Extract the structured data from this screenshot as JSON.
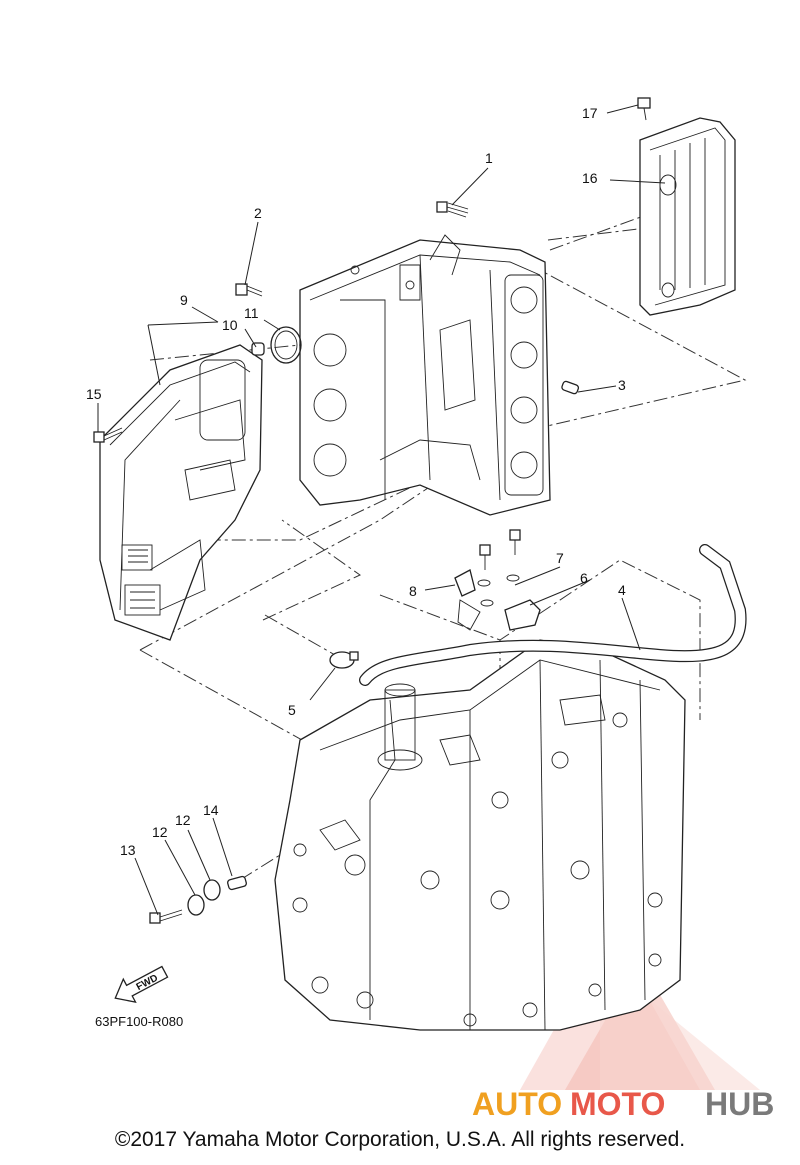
{
  "diagram": {
    "drawing_code": "63PF100-R080",
    "fwd_label": "FWD",
    "copyright": "©2017 Yamaha Motor Corporation, U.S.A. All rights reserved.",
    "watermark": {
      "part1": "AUTO",
      "part2": "MOTO",
      "part3": "HUB",
      "color_red": "#e8584a",
      "color_orange": "#f0a020",
      "color_gray": "#7a7a7a"
    },
    "callouts": [
      {
        "id": "1",
        "label": "1"
      },
      {
        "id": "2",
        "label": "2"
      },
      {
        "id": "3",
        "label": "3"
      },
      {
        "id": "4",
        "label": "4"
      },
      {
        "id": "5",
        "label": "5"
      },
      {
        "id": "6",
        "label": "6"
      },
      {
        "id": "7",
        "label": "7"
      },
      {
        "id": "8",
        "label": "8"
      },
      {
        "id": "9",
        "label": "9"
      },
      {
        "id": "10",
        "label": "10"
      },
      {
        "id": "11",
        "label": "11"
      },
      {
        "id": "12a",
        "label": "12"
      },
      {
        "id": "12b",
        "label": "12"
      },
      {
        "id": "13",
        "label": "13"
      },
      {
        "id": "14",
        "label": "14"
      },
      {
        "id": "15",
        "label": "15"
      },
      {
        "id": "16",
        "label": "16"
      },
      {
        "id": "17",
        "label": "17"
      }
    ]
  }
}
